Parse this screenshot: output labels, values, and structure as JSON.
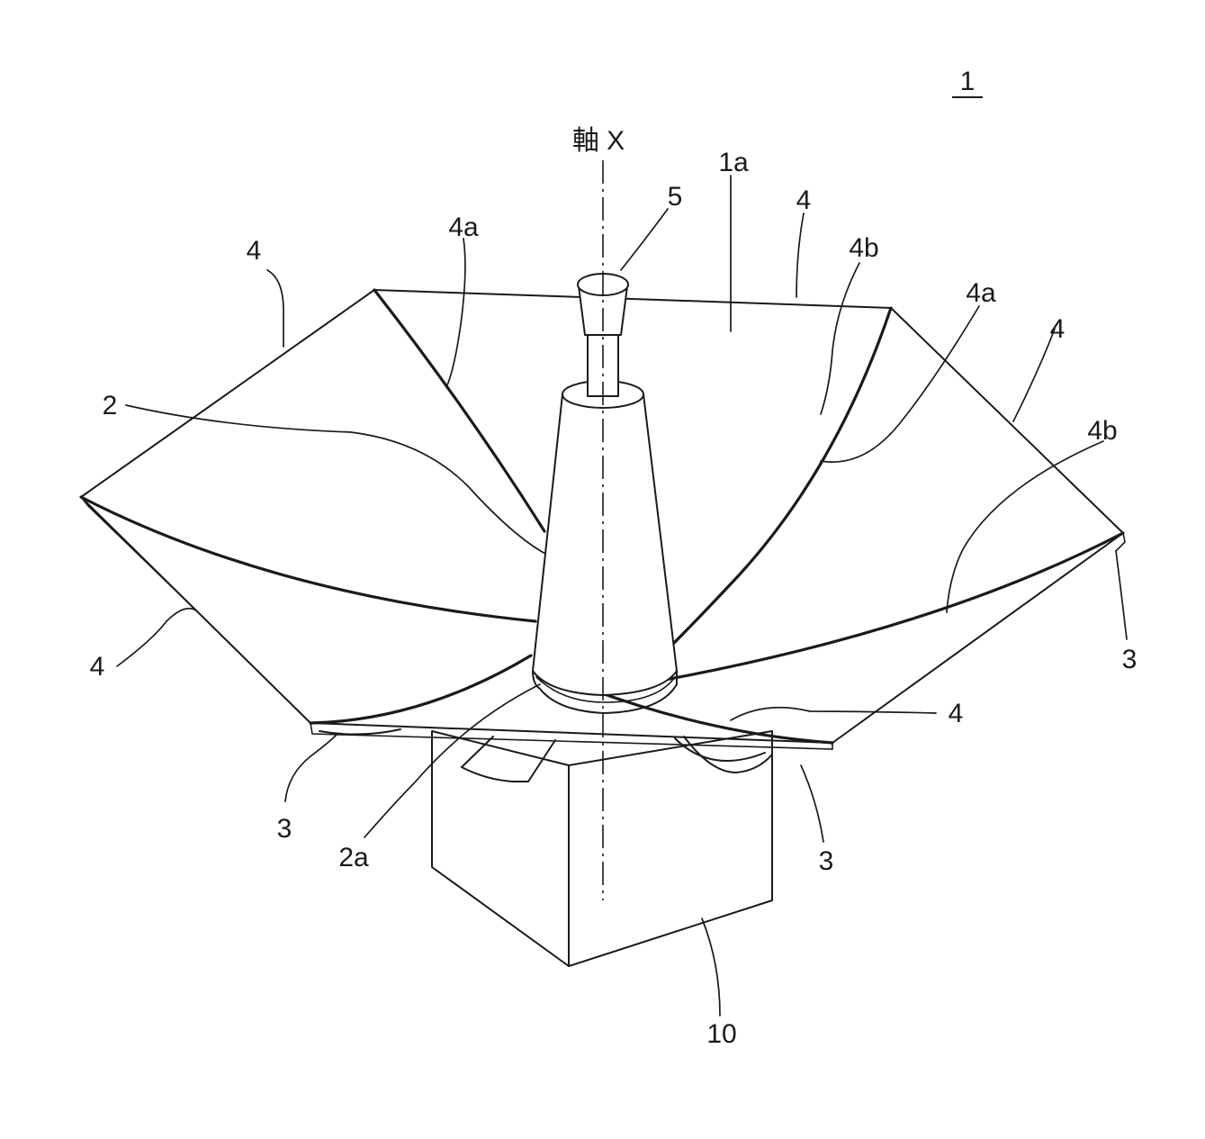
{
  "figure_number": "1",
  "labels": {
    "axis": "軸 X",
    "l_1a": "1a",
    "l_2": "2",
    "l_2a": "2a",
    "l_3": "3",
    "l_4": "4",
    "l_4a": "4a",
    "l_4b": "4b",
    "l_5": "5",
    "l_10": "10"
  }
}
